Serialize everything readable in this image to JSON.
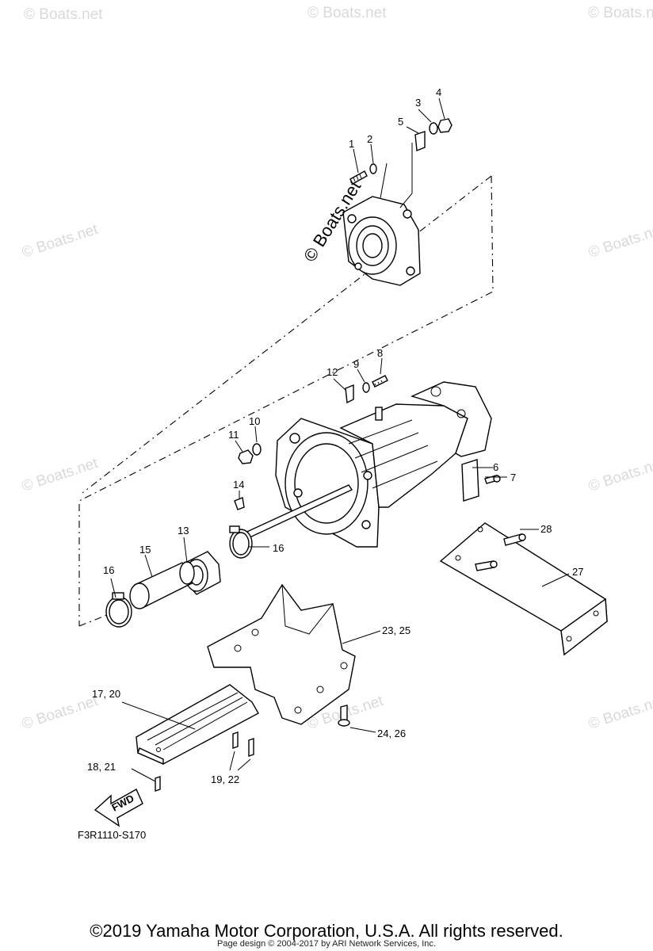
{
  "watermarks": {
    "small": "© Boats.net",
    "large": "© Boats.net"
  },
  "callouts": {
    "c1": "1",
    "c2": "2",
    "c3": "3",
    "c4": "4",
    "c5": "5",
    "c6": "6",
    "c7": "7",
    "c8": "8",
    "c9": "9",
    "c10": "10",
    "c11": "11",
    "c12": "12",
    "c13": "13",
    "c14": "14",
    "c15": "15",
    "c16a": "16",
    "c16b": "16",
    "c17_20": "17, 20",
    "c18_21": "18, 21",
    "c19_22": "19, 22",
    "c23_25": "23, 25",
    "c24_26": "24, 26",
    "c27": "27",
    "c28": "28"
  },
  "fwd_label": "FWD",
  "diagram_code": "F3R1110-S170",
  "copyright": "©2019 Yamaha Motor Corporation, U.S.A. All rights reserved.",
  "page_credit": "Page design © 2004-2017 by ARI Network Services, Inc."
}
